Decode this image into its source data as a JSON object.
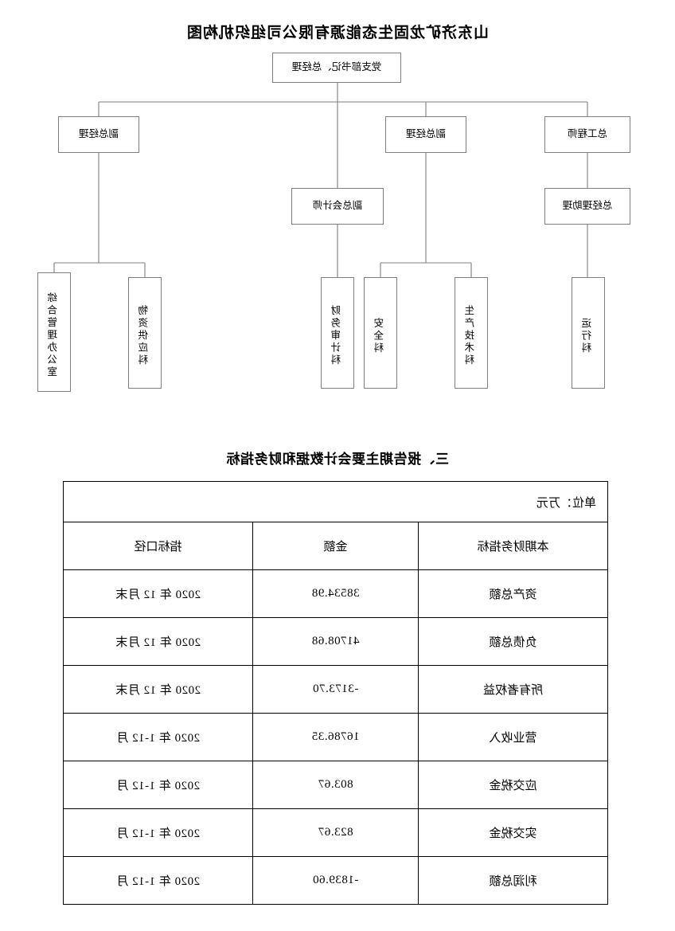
{
  "org_chart": {
    "title": "山东济矿龙固生态能源有限公司组织机构图",
    "nodes": {
      "root": "党支部书记、总经理",
      "chief_engineer": "总工程师",
      "deputy_gm_1": "副总经理",
      "deputy_gm_2": "副总经理",
      "gm_assistant": "总经理助理",
      "deputy_chief_accountant": "副总会计师",
      "dept_operation": "运行科",
      "dept_production_tech": "生产技术科",
      "dept_safety": "安全科",
      "dept_finance_audit": "财务审计科",
      "dept_material_supply": "物资供应科",
      "dept_general_office": "综合管理办公室"
    }
  },
  "section": {
    "heading": "三、报告期主要会计数据和财务指标",
    "unit": "单位：万元"
  },
  "table": {
    "columns": [
      "本期财务指标",
      "金额",
      "指标口径"
    ],
    "rows": [
      {
        "indicator": "资产总额",
        "amount": "38534.98",
        "caliber": "2020 年 12 月末"
      },
      {
        "indicator": "负债总额",
        "amount": "41708.68",
        "caliber": "2020 年 12 月末"
      },
      {
        "indicator": "所有者权益",
        "amount": "-3173.70",
        "caliber": "2020 年 12 月末"
      },
      {
        "indicator": "营业收入",
        "amount": "16786.35",
        "caliber": "2020 年 1-12 月"
      },
      {
        "indicator": "应交税金",
        "amount": "803.67",
        "caliber": "2020 年 1-12 月"
      },
      {
        "indicator": "实交税金",
        "amount": "823.67",
        "caliber": "2020 年 1-12 月"
      },
      {
        "indicator": "利润总额",
        "amount": "-1839.60",
        "caliber": "2020 年 1-12 月"
      }
    ]
  }
}
